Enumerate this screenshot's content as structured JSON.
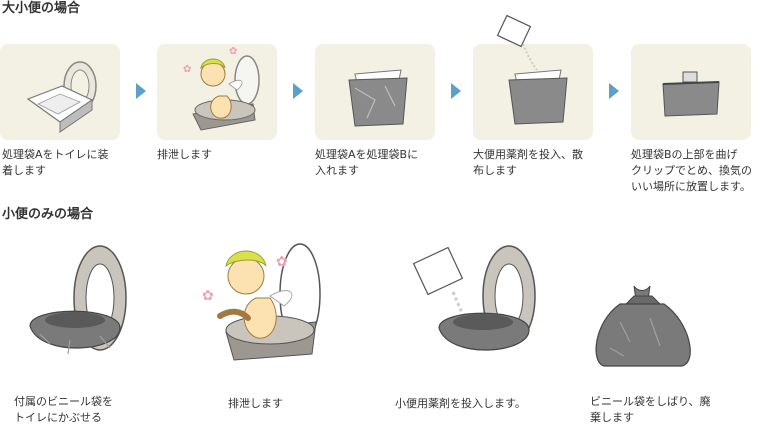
{
  "sections": {
    "stool": {
      "title": "大小便の場合",
      "steps": [
        {
          "caption": "処理袋Aをトイレに装\n着します"
        },
        {
          "caption": "排泄します"
        },
        {
          "caption": "処理袋Aを処理袋Bに\n入れます"
        },
        {
          "caption": "大便用薬剤を投入、散\n布します"
        },
        {
          "caption": "処理袋Bの上部を曲げ\nクリップでとめ、換気の\nいい場所に放置します。"
        }
      ]
    },
    "urine": {
      "title": "小便のみの場合",
      "steps": [
        {
          "caption": "付属のビニール袋を\nトイレにかぶせる"
        },
        {
          "caption": "排泄します"
        },
        {
          "caption": "小便用薬剤を投入します。"
        },
        {
          "caption": "ビニール袋をしばり、廃\n棄します"
        }
      ]
    }
  },
  "colors": {
    "card_bg": "#f3f1e4",
    "arrow": "#5aa0c8",
    "bag_gray": "#7a7a7a",
    "toilet_gray": "#b9b5ad",
    "cupid_hair": "#d8e04a",
    "cupid_skin": "#fbe2b0"
  }
}
